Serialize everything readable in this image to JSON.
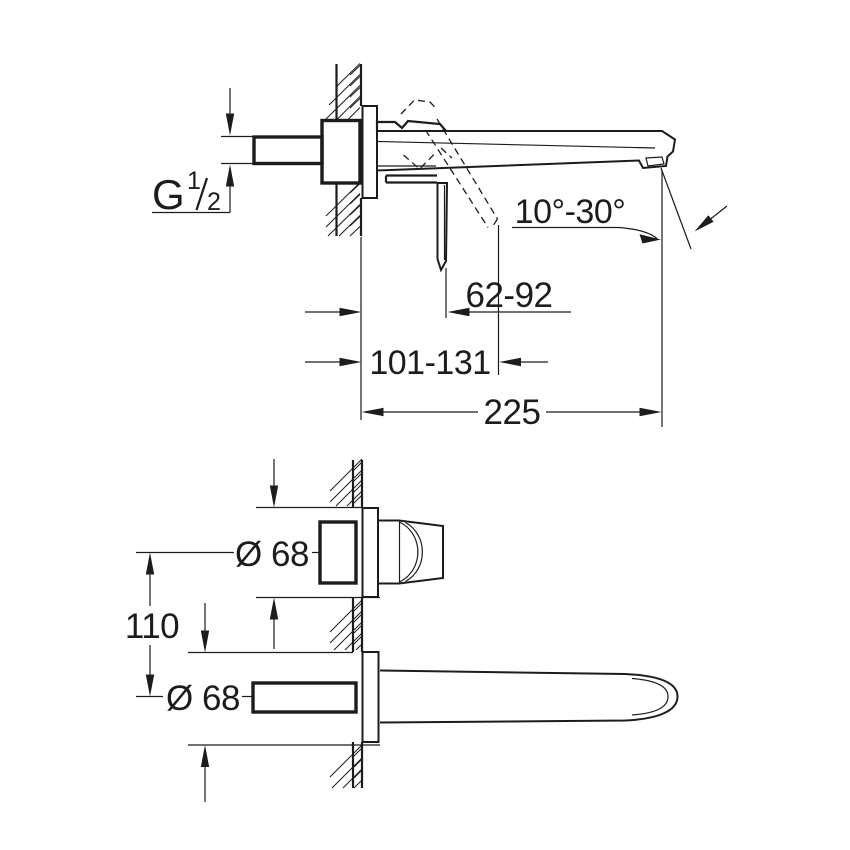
{
  "drawing": {
    "kind": "faucet installation technical drawing",
    "views": [
      "side section view",
      "plan view"
    ],
    "line_color": "#1c1c1c",
    "background_color": "#ffffff"
  },
  "side_view": {
    "thread_label": {
      "letter": "G",
      "numerator": "1",
      "denominator": "2"
    },
    "spray_angle_range": "10°-30°",
    "lever_down_distance_range": "62-92",
    "lever_up_distance_range": "101-131",
    "spout_projection": "225"
  },
  "plan_view": {
    "handle_escutcheon_diameter": "Ø 68",
    "vertical_center_distance": "110",
    "spout_escutcheon_diameter": "Ø 68"
  }
}
